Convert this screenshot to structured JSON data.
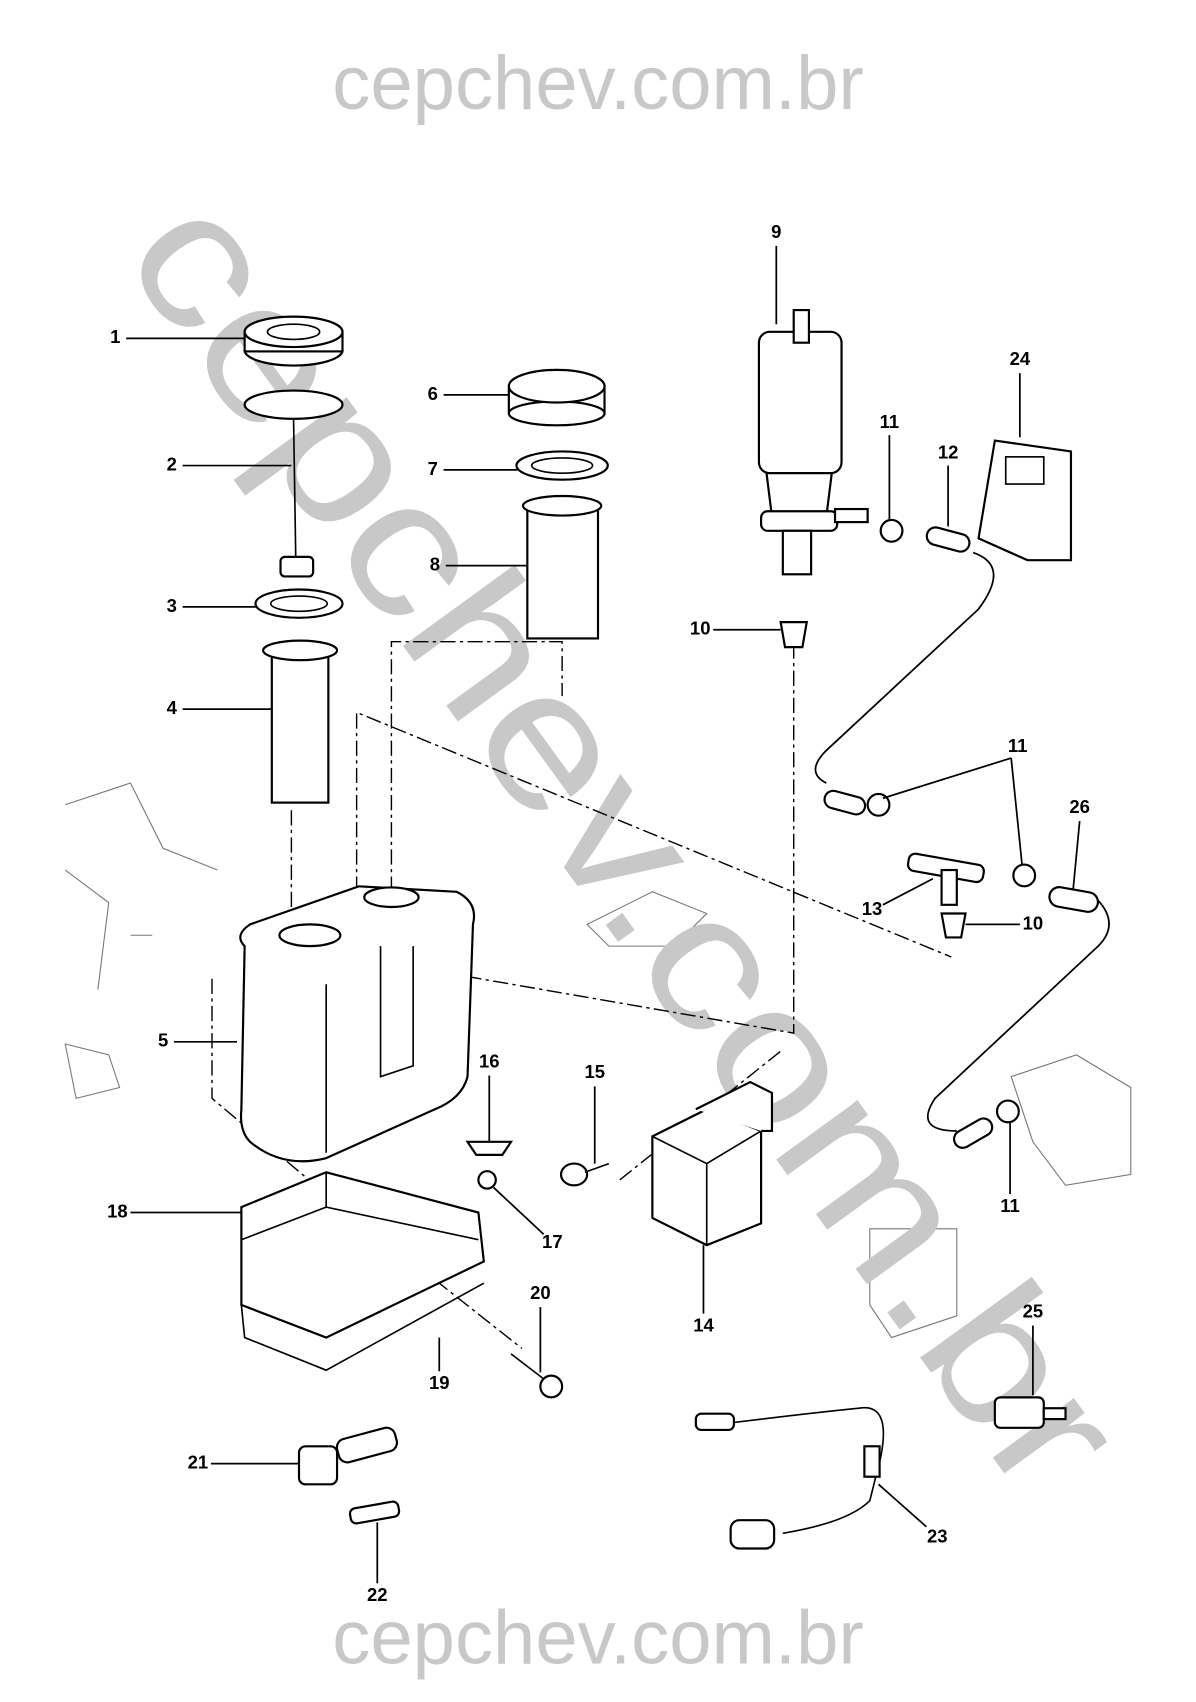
{
  "watermark": {
    "top": "cepchev.com.br",
    "diagonal": "cepchev.com.br",
    "bottom": "cepchev.com.br"
  },
  "callouts": [
    "1",
    "2",
    "3",
    "4",
    "5",
    "6",
    "7",
    "8",
    "9",
    "10",
    "11",
    "12",
    "24",
    "11",
    "26",
    "13",
    "10",
    "16",
    "15",
    "17",
    "18",
    "20",
    "19",
    "14",
    "21",
    "22",
    "25",
    "23",
    "11"
  ]
}
